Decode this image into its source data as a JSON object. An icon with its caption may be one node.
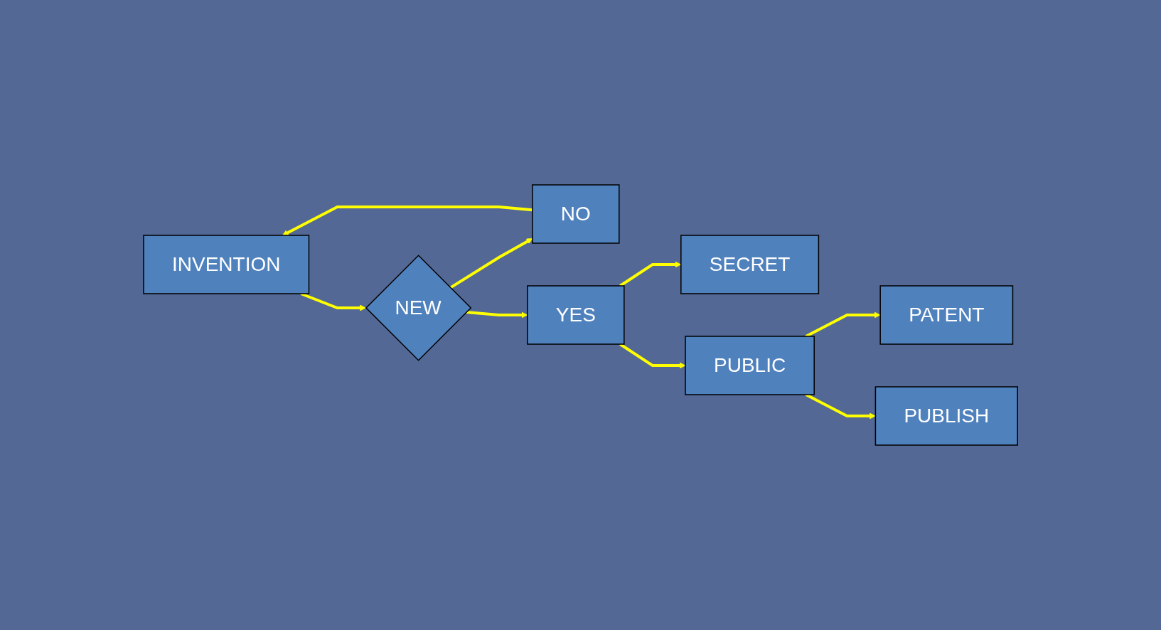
{
  "diagram": {
    "nodes": [
      {
        "text": [
          "INVENTION"
        ]
      },
      {
        "text": [
          "NEW"
        ]
      },
      {
        "text": [
          "NO"
        ]
      },
      {
        "text": [
          "SECRET"
        ]
      },
      {
        "text": [
          "YES"
        ]
      },
      {
        "text": [
          "PUBLIC"
        ]
      },
      {
        "text": [
          "PATENT"
        ]
      },
      {
        "text": [
          "PUBLISH"
        ]
      }
    ],
    "edges": [
      {
        "from": 0,
        "to": 1,
        "arrow": "to"
      },
      {
        "from": 1,
        "to": 2,
        "arrow": "to"
      },
      {
        "from": 2,
        "to": 0,
        "arrow": "to"
      },
      {
        "from": 1,
        "to": 4,
        "arrow": "to"
      },
      {
        "from": 4,
        "to": 3,
        "arrow": "to"
      },
      {
        "from": 4,
        "to": 5,
        "arrow": "to"
      },
      {
        "from": 5,
        "to": 6,
        "arrow": "to"
      },
      {
        "from": 5,
        "to": 7,
        "arrow": "to"
      }
    ]
  }
}
